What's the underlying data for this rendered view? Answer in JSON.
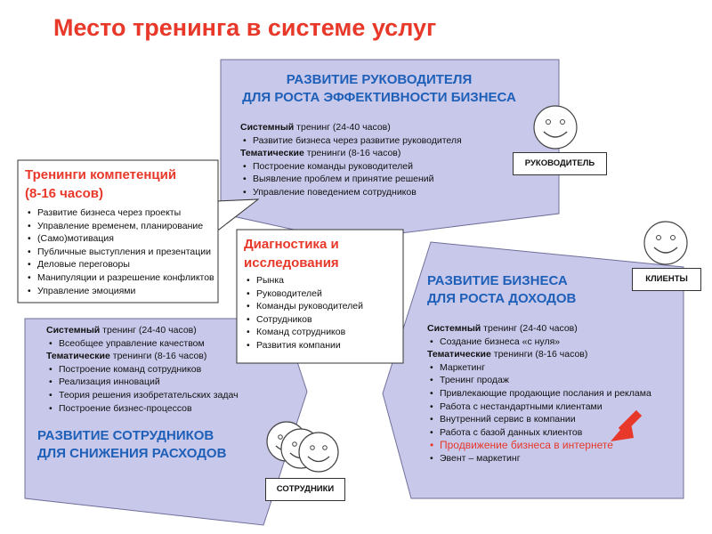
{
  "title": "Место тренинга в системе услуг",
  "colors": {
    "accent": "#e8382a",
    "blue": "#1e5fb8",
    "panel": "#c8c8ea"
  },
  "manager": {
    "title_line1": "РАЗВИТИЕ РУКОВОДИТЕЛЯ",
    "title_line2": "ДЛЯ РОСТА ЭФФЕКТИВНОСТИ БИЗНЕСА",
    "systemic_bold": "Системный",
    "systemic_rest": " тренинг (24-40 часов)",
    "item1": "Развитие бизнеса через развитие руководителя",
    "thematic_bold": "Тематические",
    "thematic_rest": " тренинги (8-16 часов)",
    "items": [
      "Построение команды руководителей",
      "Выявление проблем и принятие решений",
      "Управление поведением сотрудников"
    ],
    "role": "РУКОВОДИТЕЛЬ"
  },
  "competency": {
    "title_line1": "Тренинги компетенций",
    "title_line2": "(8-16 часов)",
    "items": [
      "Развитие бизнеса через проекты",
      "Управление временем, планирование",
      "(Само)мотивация",
      "Публичные выступления и презентации",
      "Деловые переговоры",
      "Манипуляции и разрешение конфликтов",
      "Управление эмоциями"
    ]
  },
  "diagnostics": {
    "title_line1": "Диагностика  и",
    "title_line2": "исследования",
    "items": [
      "Рынка",
      "Руководителей",
      "Команды руководителей",
      "Сотрудников",
      "Команд сотрудников",
      "Развития компании"
    ]
  },
  "business": {
    "title_line1": "РАЗВИТИЕ БИЗНЕСА",
    "title_line2": "ДЛЯ РОСТА ДОХОДОВ",
    "systemic_bold": "Системный",
    "systemic_rest": " тренинг (24-40 часов)",
    "item1": "Создание бизнеса «с нуля»",
    "thematic_bold": "Тематические",
    "thematic_rest": " тренинги (8-16 часов)",
    "items": [
      "Маркетинг",
      "Тренинг продаж",
      "Привлекающие продающие послания и реклама",
      "Работа с нестандартными клиентами",
      "Внутренний сервис в компании",
      "Работа с базой данных клиентов"
    ],
    "highlight": "Продвижение бизнеса в интернете",
    "last": "Эвент – маркетинг",
    "role": "КЛИЕНТЫ"
  },
  "staff": {
    "systemic_bold": "Системный",
    "systemic_rest": " тренинг (24-40 часов)",
    "item1": "Всеобщее управление качеством",
    "thematic_bold": "Тематические",
    "thematic_rest": " тренинги (8-16 часов)",
    "items": [
      "Построение команд сотрудников",
      "Реализация инноваций",
      "Теория решения изобретательских задач",
      "Построение бизнес-процессов"
    ],
    "title_line1": "РАЗВИТИЕ СОТРУДНИКОВ",
    "title_line2": "ДЛЯ СНИЖЕНИЯ РАСХОДОВ",
    "role": "СОТРУДНИКИ"
  }
}
